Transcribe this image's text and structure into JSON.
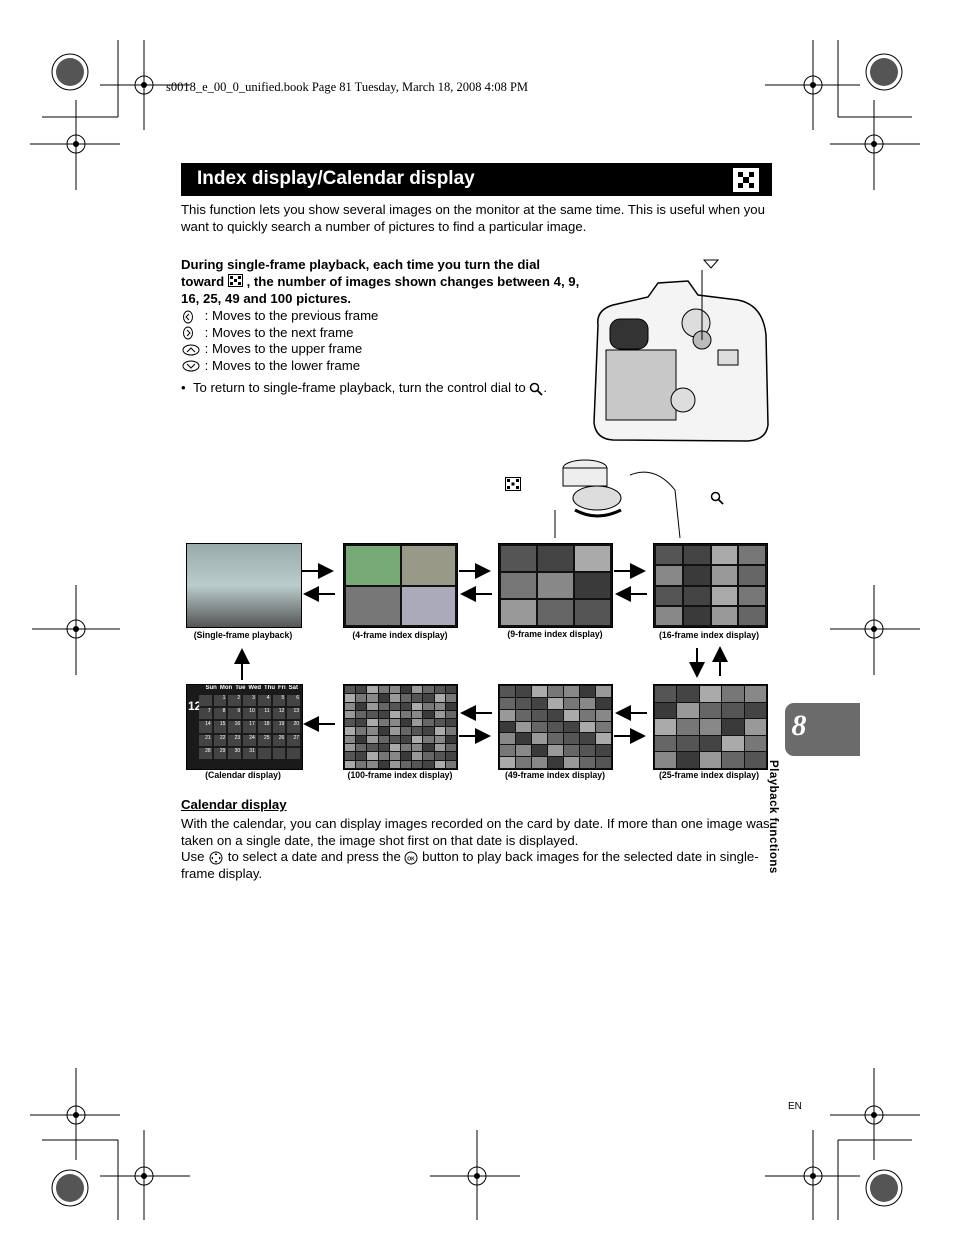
{
  "header": {
    "file_line": "s0018_e_00_0_unified.book  Page 81  Tuesday, March 18, 2008  4:08 PM"
  },
  "title": {
    "text": "Index display/Calendar display",
    "icon": "index-grid-icon"
  },
  "intro": "This function lets you show several images on the monitor at the same time. This is useful when you want to quickly search a number of pictures to find a particular image.",
  "dial_instruction": {
    "part1": "During single-frame playback, each time you turn the dial toward",
    "part2": ", the number of images shown changes between 4, 9, 16, 25, 49 and 100 pictures."
  },
  "moves": [
    {
      "icon": "left-arrow-icon",
      "text": ": Moves to the previous frame"
    },
    {
      "icon": "right-arrow-icon",
      "text": ": Moves to the next frame"
    },
    {
      "icon": "up-arrow-icon",
      "text": ": Moves to the upper frame"
    },
    {
      "icon": "down-arrow-icon",
      "text": ": Moves to the lower frame"
    }
  ],
  "return_note": "To return to single-frame playback, turn the control dial to",
  "captions": {
    "single": "(Single-frame playback)",
    "four": "(4-frame index display)",
    "nine": "(9-frame index display)",
    "sixteen": "(16-frame index display)",
    "calendar": "(Calendar display)",
    "hundred": "(100-frame index display)",
    "fortynine": "(49-frame index display)",
    "twentyfive": "(25-frame index display)"
  },
  "calendar_screen": {
    "days": [
      "Sun",
      "Mon",
      "Tue",
      "Wed",
      "Thu",
      "Fri",
      "Sat"
    ],
    "month": "12",
    "dates": [
      "",
      "1",
      "2",
      "3",
      "4",
      "5",
      "6",
      "7",
      "8",
      "9",
      "10",
      "11",
      "12",
      "13",
      "14",
      "15",
      "16",
      "17",
      "18",
      "19",
      "20",
      "21",
      "22",
      "23",
      "24",
      "25",
      "26",
      "27",
      "28",
      "29",
      "30",
      "31",
      "",
      "",
      ""
    ]
  },
  "calendar_section": {
    "heading": "Calendar display",
    "line1": "With the calendar, you can display images recorded on the card by date. If more than one image was taken on a single date, the image shot first on that date is displayed.",
    "line2a": "Use",
    "line2b": "to select a date and press the",
    "line2c": "button to play back images for the selected date in single-frame display."
  },
  "chapter": {
    "number": "8",
    "label": "Playback functions"
  },
  "footer": {
    "lang": "EN"
  },
  "colors": {
    "tab": "#6b6b6b",
    "title_bar": "#000000"
  }
}
